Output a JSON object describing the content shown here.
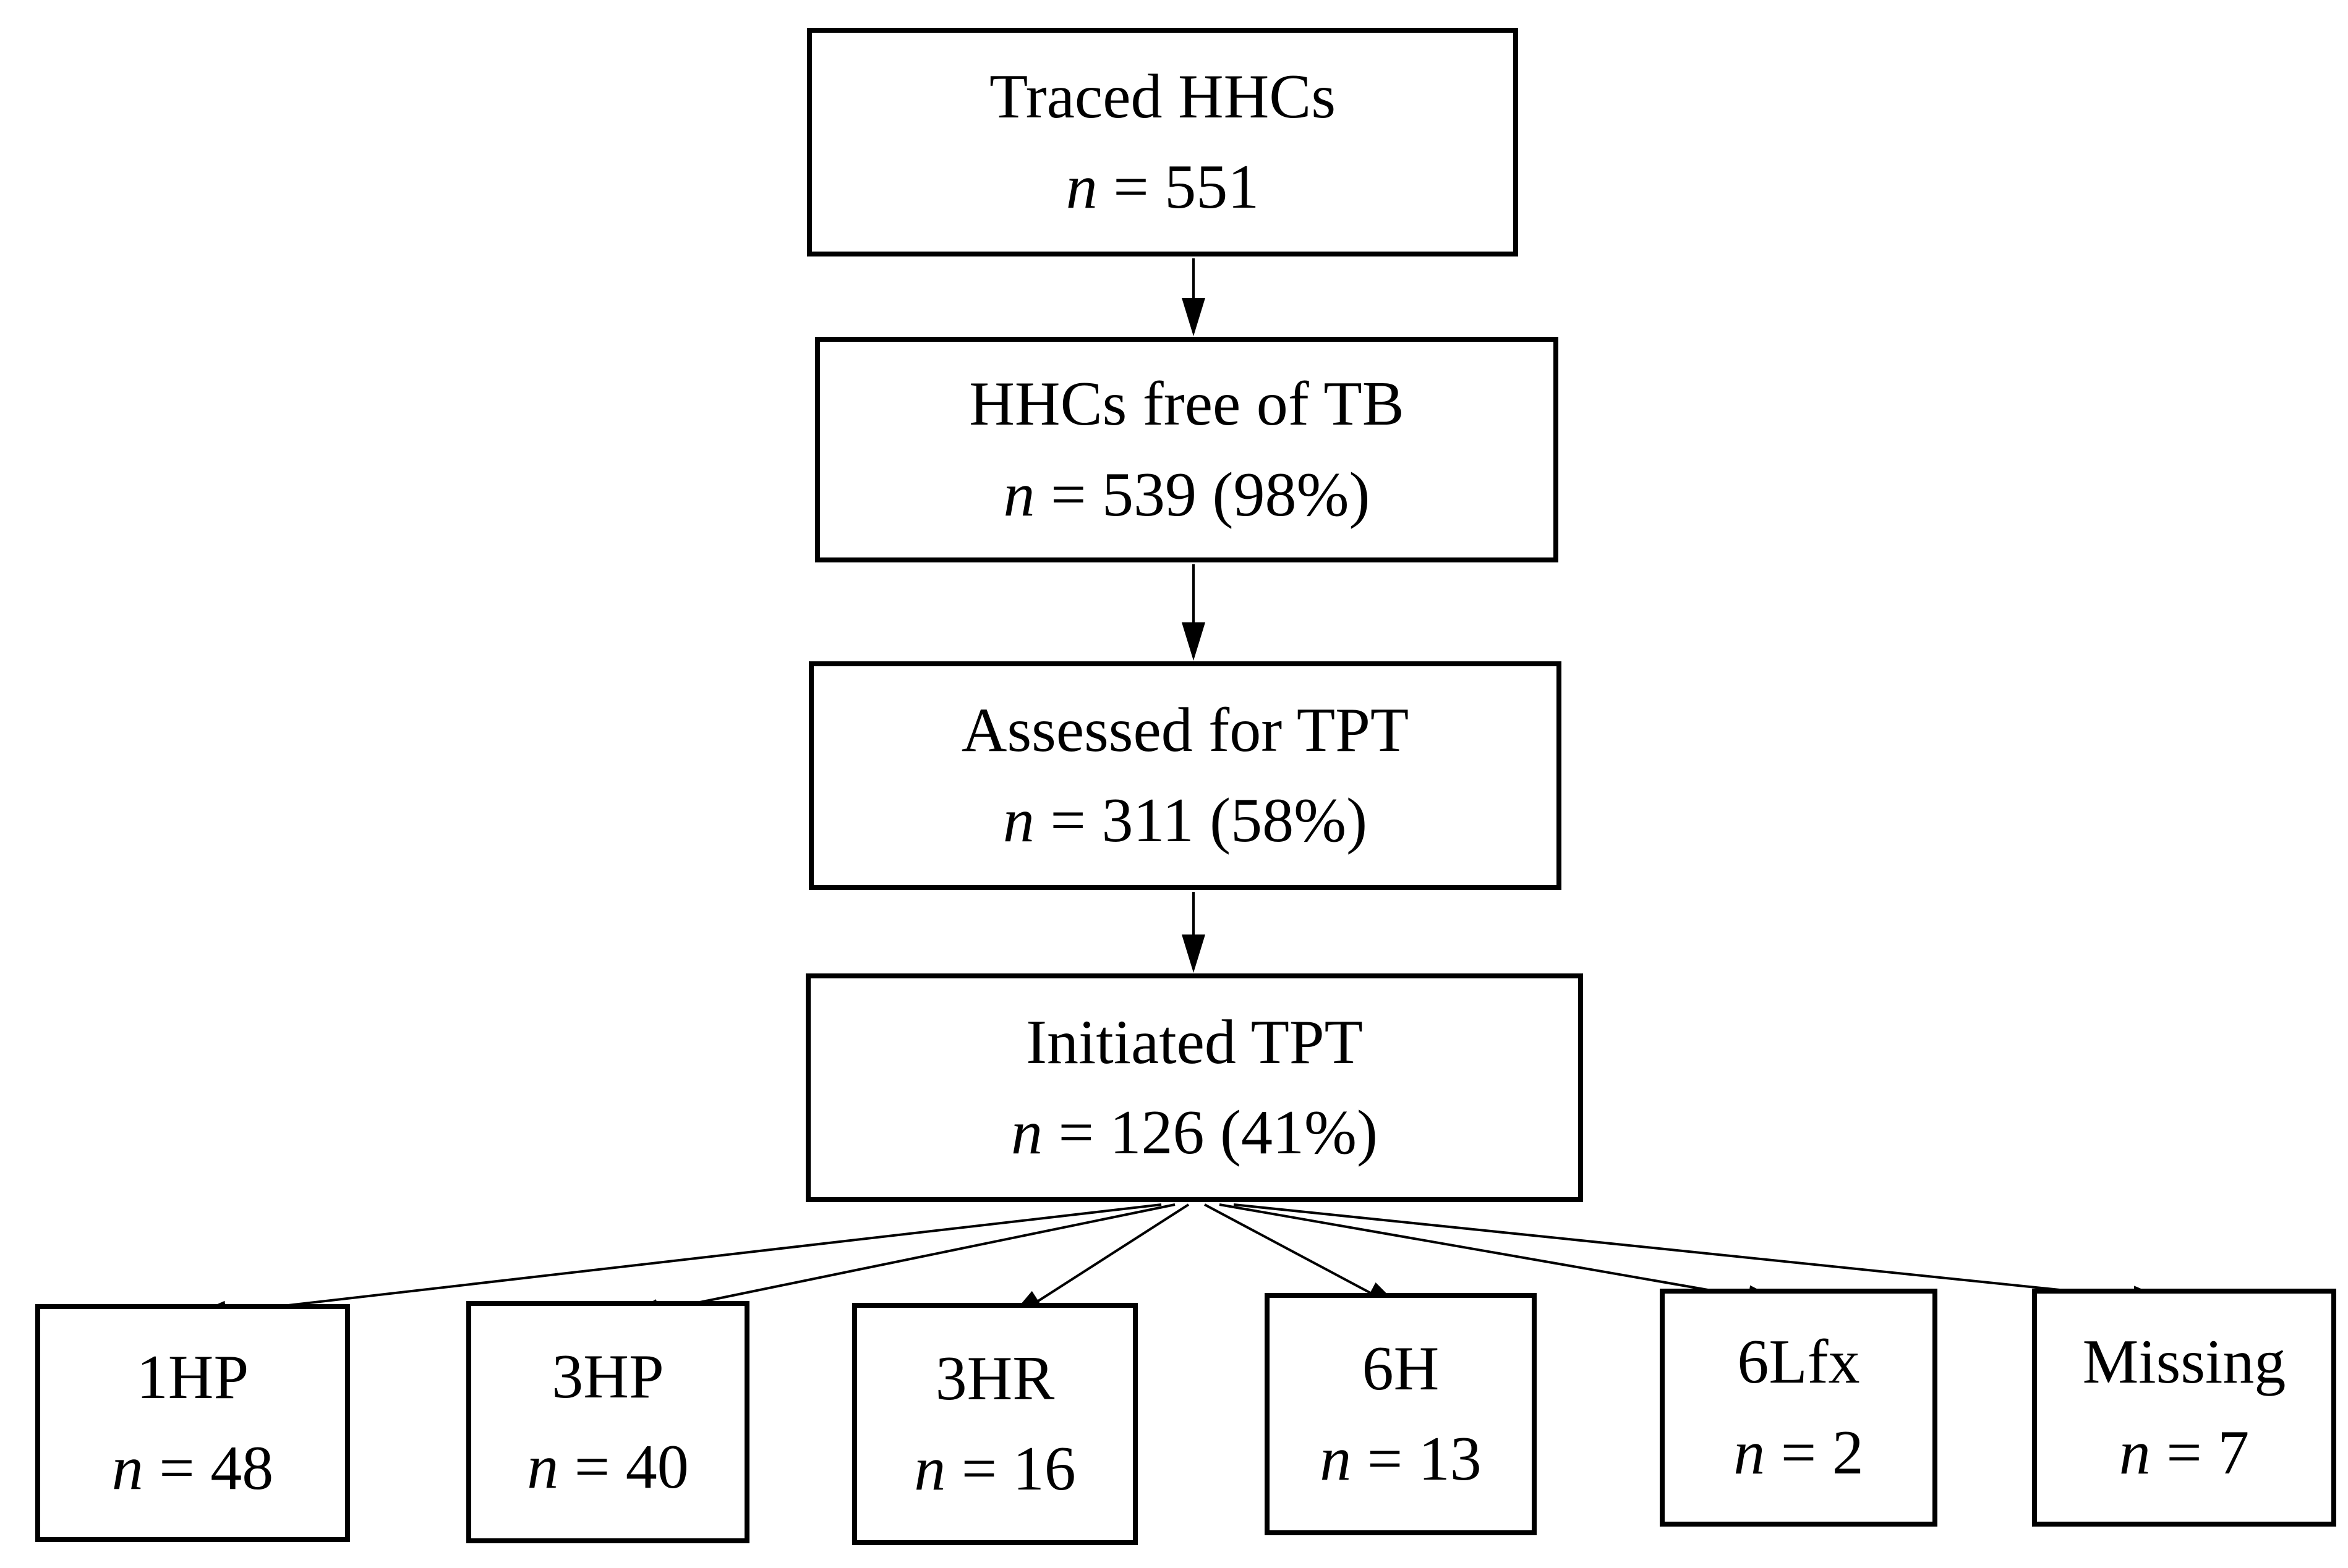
{
  "diagram": {
    "type": "flowchart",
    "background_color": "#ffffff",
    "line_color": "#000000",
    "steps": [
      {
        "label": "Traced HHCs",
        "n_var": "n",
        "n_rest": " = 551"
      },
      {
        "label": "HHCs free of TB",
        "n_var": "n",
        "n_rest": " = 539 (98%)"
      },
      {
        "label": "Assessed for TPT",
        "n_var": "n",
        "n_rest": " = 311 (58%)"
      },
      {
        "label": "Initiated TPT",
        "n_var": "n",
        "n_rest": " = 126 (41%)"
      }
    ],
    "regimens": [
      {
        "label": "1HP",
        "n_var": "n",
        "n_rest": " = 48"
      },
      {
        "label": "3HP",
        "n_var": "n",
        "n_rest": " = 40"
      },
      {
        "label": "3HR",
        "n_var": "n",
        "n_rest": " = 16"
      },
      {
        "label": "6H",
        "n_var": "n",
        "n_rest": " = 13"
      },
      {
        "label": "6Lfx",
        "n_var": "n",
        "n_rest": " = 2"
      },
      {
        "label": "Missing",
        "n_var": "n",
        "n_rest": " = 7"
      }
    ]
  }
}
